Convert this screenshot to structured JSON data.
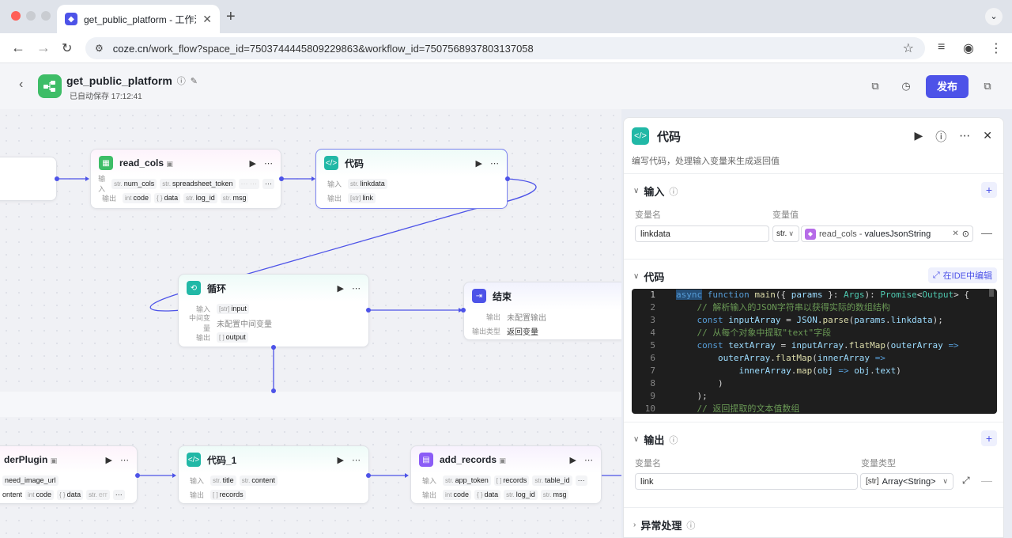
{
  "browser": {
    "tab_title": "get_public_platform - 工作流",
    "url_host": "coze.cn",
    "url_rest": "/work_flow?space_id=7503744445809229863&workflow_id=7507568937803137058"
  },
  "header": {
    "app_name": "get_public_platform",
    "saved_status": "已自动保存 17:12:41",
    "publish_label": "发布"
  },
  "nodes": {
    "read_cols": {
      "title": "read_cols",
      "input_label": "输入",
      "output_label": "输出",
      "inputs": [
        {
          "type": "str.",
          "name": "num_cols"
        },
        {
          "type": "str.",
          "name": "spreadsheet_token"
        }
      ],
      "outputs": [
        {
          "type": "int",
          "name": "code"
        },
        {
          "type": "{ }",
          "name": "data"
        },
        {
          "type": "str.",
          "name": "log_id"
        },
        {
          "type": "str.",
          "name": "msg"
        }
      ]
    },
    "code": {
      "title": "代码",
      "input_label": "输入",
      "output_label": "输出",
      "input": {
        "type": "str.",
        "name": "linkdata"
      },
      "output": {
        "type": "[str]",
        "name": "link"
      }
    },
    "loop": {
      "title": "循环",
      "input_label": "输入",
      "middle_label": "中间变量",
      "middle_value": "未配置中间变量",
      "output_label": "输出",
      "input": {
        "type": "[str]",
        "name": "input"
      },
      "output": {
        "type": "[ ]",
        "name": "output"
      }
    },
    "end": {
      "title": "结束",
      "output_label": "输出",
      "output_value": "未配置输出",
      "type_label": "输出类型",
      "type_value": "返回变量"
    },
    "plugin": {
      "title": "derPlugin",
      "inputs": [
        {
          "type": "",
          "name": "need_image_url"
        }
      ],
      "outputs_prefix": "ontent",
      "outputs": [
        {
          "type": "int",
          "name": "code"
        },
        {
          "type": "{ }",
          "name": "data"
        },
        {
          "type": "str.",
          "name": "err"
        }
      ]
    },
    "code_1": {
      "title": "代码_1",
      "input_label": "输入",
      "output_label": "输出",
      "inputs": [
        {
          "type": "str.",
          "name": "title"
        },
        {
          "type": "str.",
          "name": "content"
        }
      ],
      "output": {
        "type": "[ ]",
        "name": "records"
      }
    },
    "add_records": {
      "title": "add_records",
      "input_label": "输入",
      "output_label": "输出",
      "inputs": [
        {
          "type": "str.",
          "name": "app_token"
        },
        {
          "type": "[ ]",
          "name": "records"
        },
        {
          "type": "str.",
          "name": "table_id"
        }
      ],
      "outputs": [
        {
          "type": "int",
          "name": "code"
        },
        {
          "type": "{ }",
          "name": "data"
        },
        {
          "type": "str.",
          "name": "log_id"
        },
        {
          "type": "str.",
          "name": "msg"
        }
      ]
    }
  },
  "panel": {
    "title": "代码",
    "description": "编写代码，处理输入变量来生成返回值",
    "input_section": {
      "title": "输入",
      "col_name": "变量名",
      "col_value": "变量值",
      "var_name": "linkdata",
      "var_type": "str.",
      "ref_node": "read_cols",
      "ref_sep": " - ",
      "ref_var": "valuesJsonString"
    },
    "code_section": {
      "title": "代码",
      "ide_label": "在IDE中编辑",
      "line_numbers": [
        "1",
        "2",
        "3",
        "4",
        "5",
        "6",
        "7",
        "8",
        "9",
        "10"
      ]
    },
    "output_section": {
      "title": "输出",
      "col_name": "变量名",
      "col_type": "变量类型",
      "var_name": "link",
      "var_type_tag": "[str]",
      "var_type": "Array<String>"
    },
    "error_section": {
      "title": "异常处理"
    }
  }
}
